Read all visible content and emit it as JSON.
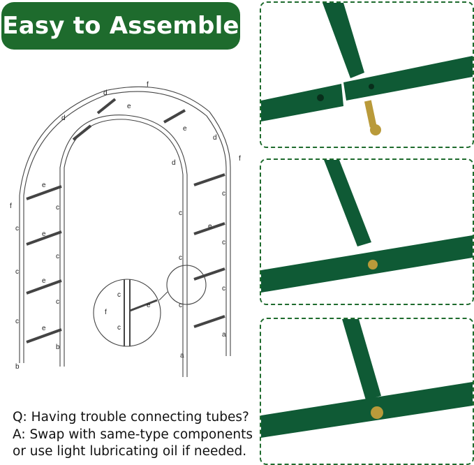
{
  "title": "Easy to Assemble",
  "diagram": {
    "part_labels": {
      "a": "a",
      "b": "b",
      "c": "c",
      "d": "d",
      "e": "e",
      "f": "f"
    }
  },
  "qa": {
    "question": "Q: Having trouble connecting tubes?",
    "answer_line1": "A: Swap with same-type components",
    "answer_line2": "or use light lubricating oil if needed."
  },
  "colors": {
    "brand_green": "#1e6b2d",
    "tube_green": "#0f5a35",
    "screw_brass": "#b99a3a"
  },
  "icons": [
    "assembly-diagram",
    "tube-joint-photo",
    "screw-photo"
  ]
}
